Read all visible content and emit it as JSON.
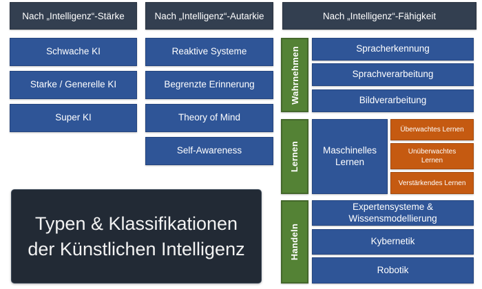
{
  "colors": {
    "header_bg": "#333F50",
    "blue_box": "#2F5597",
    "green_box": "#548235",
    "orange_box": "#C55A11",
    "title_bg": "#222A35",
    "text": "#FFFFFF"
  },
  "columns": [
    {
      "header": "Nach „Intelligenz“-Stärke",
      "items": [
        "Schwache KI",
        "Starke / Generelle KI",
        "Super KI"
      ]
    },
    {
      "header": "Nach „Intelligenz“-Autarkie",
      "items": [
        "Reaktive Systeme",
        "Begrenzte Erinnerung",
        "Theory of Mind",
        "Self-Awareness"
      ]
    },
    {
      "header": "Nach „Intelligenz“-Fähigkeit",
      "groups": [
        {
          "label": "Wahrnehmen",
          "items": [
            "Spracherkennung",
            "Sprachverarbeitung",
            "Bildverarbeitung"
          ]
        },
        {
          "label": "Lernen",
          "main_item": "Maschinelles Lernen",
          "sub_items": [
            "Überwachtes Lernen",
            "Unüberwachtes\nLernen",
            "Verstärkendes Lernen"
          ]
        },
        {
          "label": "Handeln",
          "items": [
            "Expertensysteme &\nWissensmodellierung",
            "Kybernetik",
            "Robotik"
          ]
        }
      ]
    }
  ],
  "title": {
    "line1": "Typen & Klassifikationen",
    "line2": "der Künstlichen Intelligenz"
  }
}
